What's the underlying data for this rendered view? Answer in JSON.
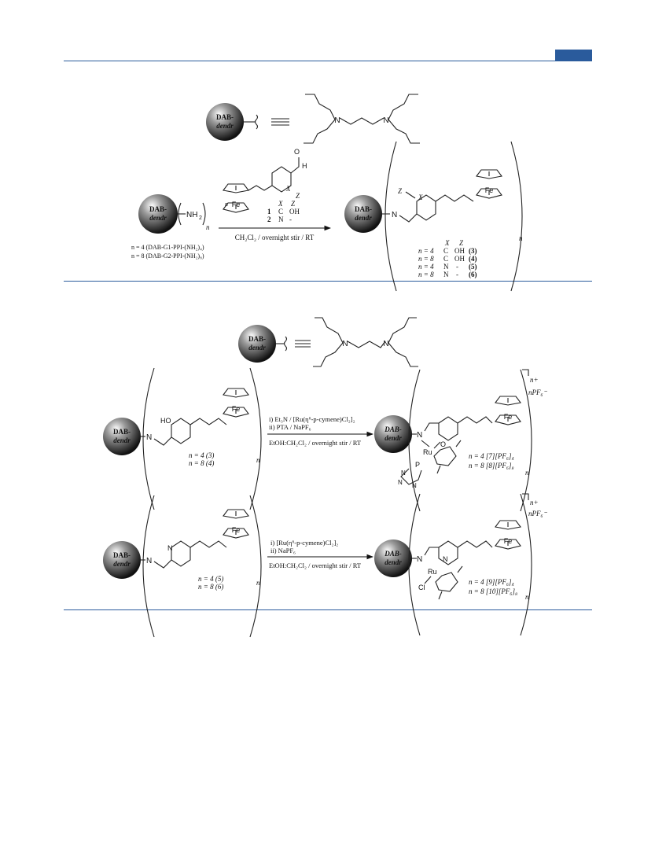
{
  "colors": {
    "accent": "#2a5b9c"
  },
  "scheme1": {
    "dab_label_top": "DAB-",
    "dab_label_bottom": "dendr",
    "nh2_label": "NH",
    "nh2_sub": "2",
    "n_subscript": "n",
    "fe": "Fe",
    "aldehyde_o": "O",
    "aldehyde_h": "H",
    "ring_x": "X",
    "ring_z": "Z",
    "reagent_table": {
      "header": [
        "X",
        "Z"
      ],
      "rows": [
        {
          "compound": "1",
          "x": "C",
          "z": "OH"
        },
        {
          "compound": "2",
          "x": "N",
          "z": "-"
        }
      ]
    },
    "conditions": "CH₂Cl₂ / overnight stir / RT",
    "start_labels": [
      "n = 4 (DAB-G1-PPI-(NH₂)₄)",
      "n = 8 (DAB-G2-PPI-(NH₂)₈)"
    ],
    "product_table": {
      "header": [
        "X",
        "Z"
      ],
      "rows": [
        {
          "n": "n = 4",
          "x": "C",
          "z": "OH",
          "compound": "(3)"
        },
        {
          "n": "n = 8",
          "x": "C",
          "z": "OH",
          "compound": "(4)"
        },
        {
          "n": "n = 4",
          "x": "N",
          "z": "-",
          "compound": "(5)"
        },
        {
          "n": "n = 8",
          "x": "N",
          "z": "-",
          "compound": "(6)"
        }
      ]
    }
  },
  "scheme2": {
    "top": {
      "ho": "HO",
      "conditions_1": "i) Et₃N / [Ru(η⁶-p-cymene)Cl₂]₂",
      "conditions_2": "ii) PTA / NaPF₆",
      "conditions_3": "EtOH:CH₂Cl₂ / overnight stir / RT",
      "start_labels": [
        "n = 4 (3)",
        "n = 8 (4)"
      ],
      "product_labels": [
        "n = 4 [7][PF₆]₄",
        "n = 8 [8][PF₆]₈"
      ],
      "ru": "Ru",
      "o": "O",
      "p": "P",
      "n_atom": "N",
      "charge": "n+",
      "counterion": "nPF₆⁻"
    },
    "bottom": {
      "conditions_1": "i) [Ru(η⁶-p-cymene)Cl₂]₂",
      "conditions_2": "ii) NaPF₆",
      "conditions_3": "EtOH:CH₂Cl₂ / overnight stir / RT",
      "start_labels": [
        "n = 4 (5)",
        "n = 8 (6)"
      ],
      "product_labels": [
        "n = 4   [9][PF₆]₄",
        "n = 8 [10][PF₆]₈"
      ],
      "ru": "Ru",
      "cl": "Cl",
      "n_atom": "N",
      "charge": "n+",
      "counterion": "nPF₆⁻"
    }
  }
}
